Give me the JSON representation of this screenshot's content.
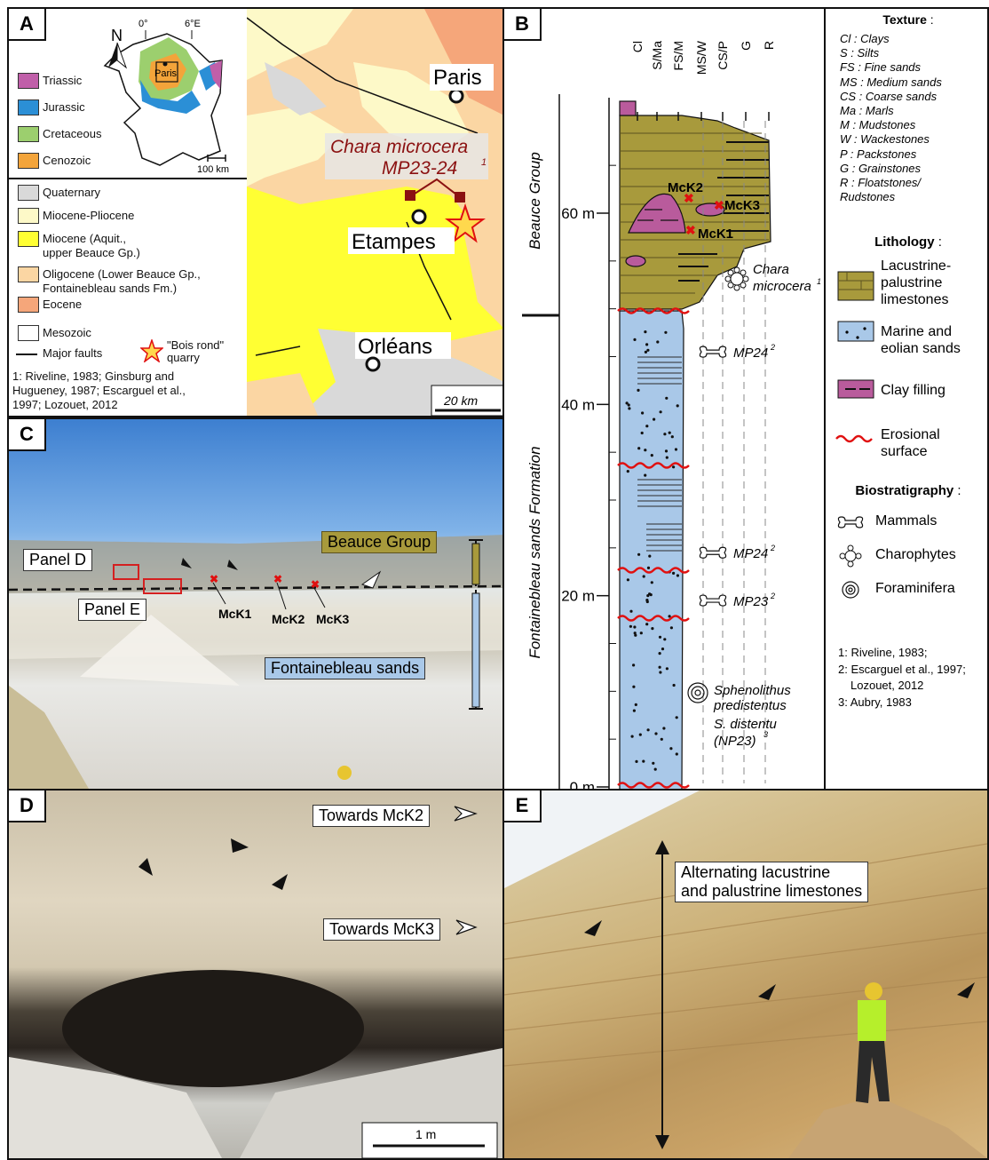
{
  "panel_labels": {
    "a": "A",
    "b": "B",
    "c": "C",
    "d": "D",
    "e": "E"
  },
  "panel_a": {
    "compass": "N",
    "lon_0": "0°",
    "lon_6": "6°E",
    "inset_city": "Paris",
    "scale_france": "100 km",
    "period_legend": [
      {
        "label": "Triassic",
        "color": "#c05fa9"
      },
      {
        "label": "Jurassic",
        "color": "#2b8fd6"
      },
      {
        "label": "Cretaceous",
        "color": "#9ccf6e"
      },
      {
        "label": "Cenozoic",
        "color": "#f3a43a"
      }
    ],
    "geology_legend": [
      {
        "label": "Quaternary",
        "color": "#d9d9d9"
      },
      {
        "label": "Miocene-Pliocene",
        "color": "#fdf9c8"
      },
      {
        "label": "Miocene (Aquit.,",
        "label2": "upper Beauce Gp.)",
        "color": "#ffff33"
      },
      {
        "label": "Oligocene (Lower Beauce Gp.,",
        "label2": "Fontainebleau sands Fm.)",
        "color": "#fbd6a3"
      },
      {
        "label": "Eocene",
        "color": "#f5a67a"
      },
      {
        "label": "Mesozoic",
        "color": "#ffffff"
      }
    ],
    "faults_label": "Major faults",
    "quarry_label": "\"Bois rond\"",
    "quarry_label2": "quarry",
    "refs": [
      "1: Riveline, 1983; Ginsburg and",
      "Hugueney, 1987; Escarguel et al.,",
      "1997; Lozouet, 2012"
    ],
    "map_city_paris": "Paris",
    "map_city_etampes": "Etampes",
    "map_city_orleans": "Orléans",
    "species_line1": "Chara microcera",
    "species_line2": "MP23-24",
    "species_sup": "1",
    "map_scale": "20 km"
  },
  "panel_b": {
    "texture_columns": [
      "Cl",
      "S/Ma",
      "FS/M",
      "MS/W",
      "CS/P",
      "G",
      "R"
    ],
    "depth_ticks": [
      {
        "label": "0 m",
        "value": 0
      },
      {
        "label": "20 m",
        "value": 20
      },
      {
        "label": "40 m",
        "value": 40
      },
      {
        "label": "60 m",
        "value": 60
      }
    ],
    "group_beauce": "Beauce Group",
    "group_fontainebleau": "Fontainebleau sands Formation",
    "samples": [
      "McK2",
      "McK3",
      "McK1"
    ],
    "chara_line1": "Chara",
    "chara_line2": "microcera",
    "chara_sup": "1",
    "mammal_markers": [
      {
        "label": "MP24",
        "sup": "2",
        "depth": 45.5
      },
      {
        "label": "MP24",
        "sup": "2",
        "depth": 24.5
      },
      {
        "label": "MP23",
        "sup": "2",
        "depth": 19.5
      }
    ],
    "foram_line1": "Sphenolithus",
    "foram_line2": "predistentus",
    "foram_line3": "S. distentu",
    "foram_line4": "(NP23)",
    "foram_sup": "3",
    "texture_title": "Texture",
    "texture_colon": " :",
    "texture_items": [
      "Cl : Clays",
      "S : Silts",
      "FS : Fine sands",
      "MS : Medium sands",
      "CS : Coarse sands",
      "Ma : Marls",
      "M : Mudstones",
      "W : Wackestones",
      "P : Packstones",
      "G : Grainstones",
      "R : Floatstones/",
      "Rudstones"
    ],
    "lithology_title": "Lithology",
    "lithology_items": [
      {
        "line1": "Lacustrine-",
        "line2": "palustrine",
        "line3": "limestones"
      },
      {
        "line1": "Marine and",
        "line2": "eolian sands"
      },
      {
        "line1": "Clay filling"
      },
      {
        "line1": "Erosional",
        "line2": "surface"
      }
    ],
    "biostrat_title": "Biostratigraphy",
    "biostrat_items": [
      "Mammals",
      "Charophytes",
      "Foraminifera"
    ],
    "refs": [
      "1: Riveline, 1983;",
      "2: Escarguel et al., 1997;",
      "Lozouet, 2012",
      "3: Aubry, 1983"
    ]
  },
  "panel_c": {
    "panel_d": "Panel D",
    "panel_e": "Panel E",
    "beauce": "Beauce Group",
    "fontainebleau": "Fontainebleau sands",
    "samples": [
      "McK1",
      "McK2",
      "McK3"
    ]
  },
  "panel_d": {
    "towards_mck2": "Towards McK2",
    "towards_mck3": "Towards McK3",
    "scale": "1 m"
  },
  "panel_e": {
    "line1": "Alternating lacustrine",
    "line2": "and palustrine limestones"
  }
}
